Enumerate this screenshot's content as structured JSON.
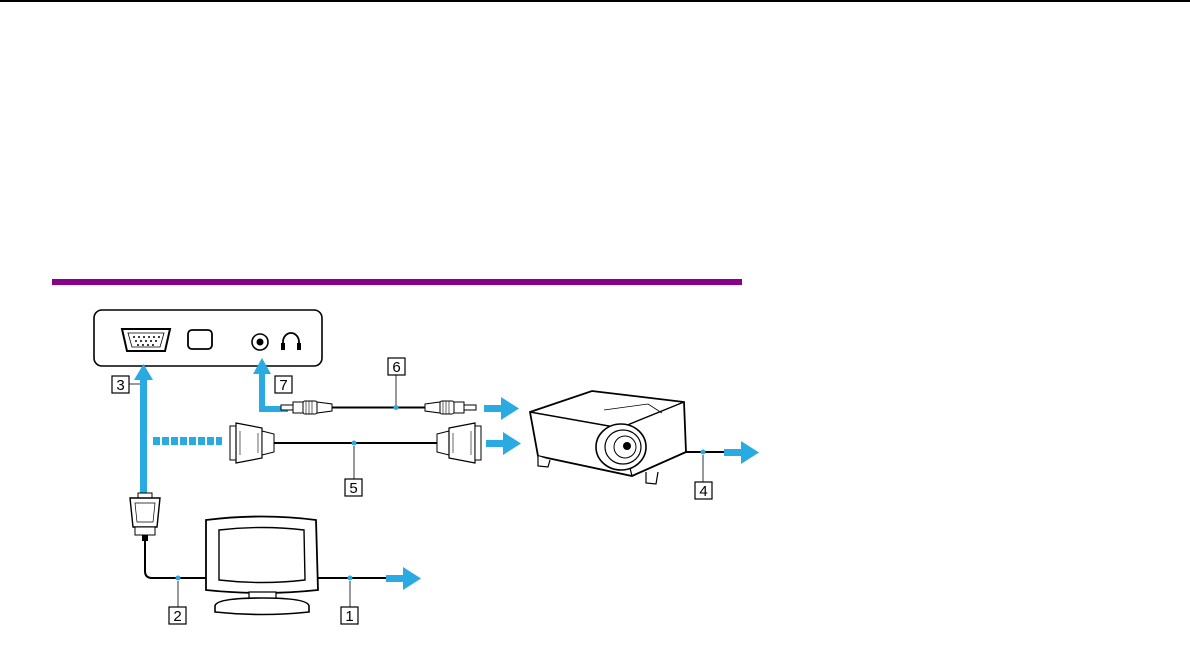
{
  "colors": {
    "accent_rule": "#8b008b",
    "arrow_blue": "#29abe2",
    "top_rule": "#000000",
    "line": "#000000"
  },
  "icons": {
    "vga_port": "vga-port-icon",
    "rectangular_port": "rectangular-port-icon",
    "headphone_jack": "headphone-jack-icon",
    "headphone_symbol": "headphones-icon",
    "projector": "projector-icon",
    "monitor": "monitor-icon",
    "audio_cable": "audio-cable-icon",
    "vga_cable": "vga-cable-icon",
    "vga_plug": "vga-plug-icon",
    "arrow": "arrow-right-icon"
  },
  "callouts": {
    "c1": "1",
    "c2": "2",
    "c3": "3",
    "c4": "4",
    "c5": "5",
    "c6": "6",
    "c7": "7"
  }
}
